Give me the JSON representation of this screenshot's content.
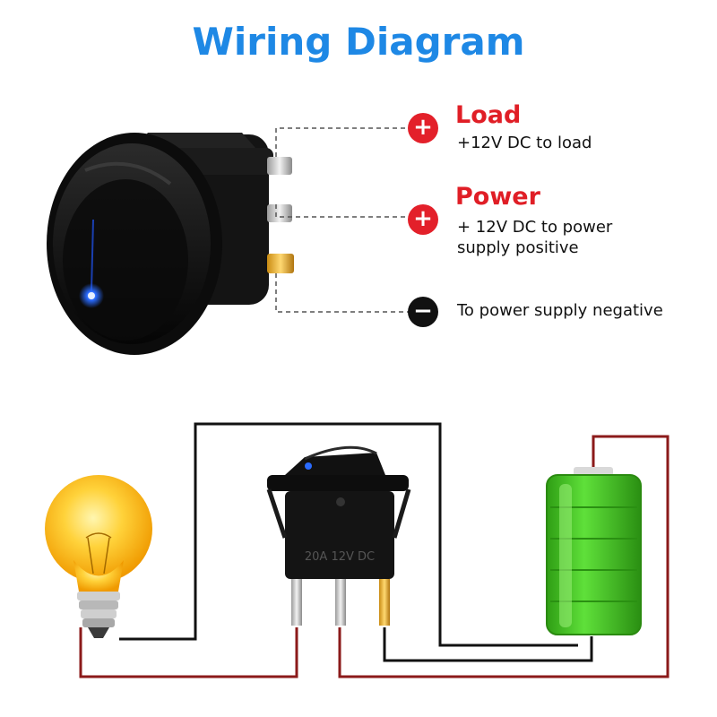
{
  "title": "Wiring Diagram",
  "labels": {
    "load": {
      "heading": "Load",
      "text": "+12V DC to load",
      "sign": "+"
    },
    "power": {
      "heading": "Power",
      "text_line1": "+ 12V DC to power",
      "text_line2": "supply positive",
      "sign": "+"
    },
    "negative": {
      "text": "To power supply negative",
      "sign": "−"
    }
  },
  "switch_marking": "20A 12V DC",
  "colors": {
    "title": "#1e88e5",
    "heading_red": "#e01e26",
    "sign_red": "#e3202a",
    "sign_black": "#111111",
    "wire_red": "#8b1a1a",
    "wire_black": "#111111",
    "battery_green": "#3fc21c",
    "bulb_yellow": "#ffb300",
    "led_blue": "#2a6bff"
  },
  "icons": [
    "rocker-switch-icon",
    "light-bulb-icon",
    "battery-icon",
    "led-indicator-icon"
  ]
}
